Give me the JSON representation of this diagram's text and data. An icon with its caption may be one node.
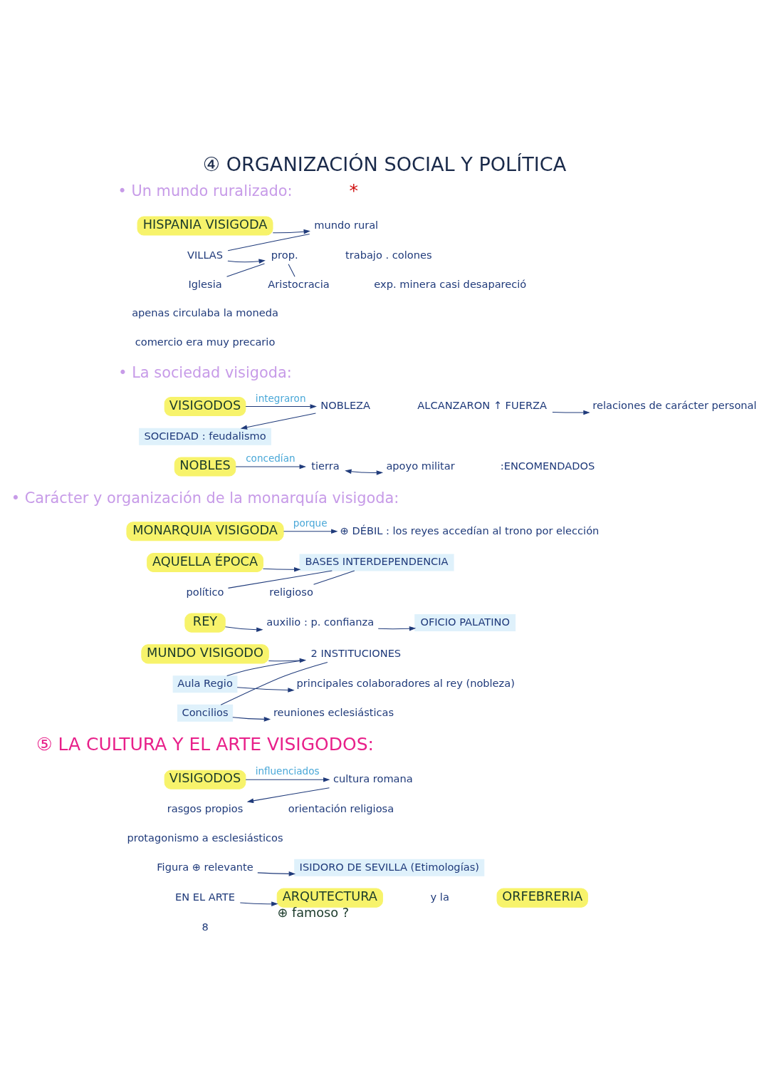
{
  "diagram": {
    "title": "④ ORGANIZACIÓN SOCIAL Y POLÍTICA",
    "nodes": [
      {
        "text": [
          "HISPANIA VISIGODA"
        ]
      },
      {
        "text": [
          "mundo rural"
        ]
      },
      {
        "text": [
          "VILLAS"
        ]
      },
      {
        "text": [
          "prop."
        ]
      },
      {
        "text": [
          "Iglesia"
        ]
      },
      {
        "text": [
          "Aristocracia"
        ]
      },
      {
        "text": [
          "VISIGODOS"
        ]
      },
      {
        "text": [
          "NOBLEZA"
        ]
      },
      {
        "text": [
          "SOCIEDAD : feudalismo"
        ]
      },
      {
        "text": [
          "ALCANZARON ↑ FUERZA"
        ]
      },
      {
        "text": [
          "relaciones de carácter personal"
        ]
      },
      {
        "text": [
          "NOBLES"
        ]
      },
      {
        "text": [
          "tierra"
        ]
      },
      {
        "text": [
          "apoyo militar"
        ]
      },
      {
        "text": [
          "MONARQUIA VISIGODA"
        ]
      },
      {
        "text": [
          "⊕ DÉBIL : los reyes accedían al trono por elección"
        ]
      },
      {
        "text": [
          "AQUELLA ÉPOCA"
        ]
      },
      {
        "text": [
          "BASES INTERDEPENDENCIA"
        ]
      },
      {
        "text": [
          "político"
        ]
      },
      {
        "text": [
          "religioso"
        ]
      },
      {
        "text": [
          "REY"
        ]
      },
      {
        "text": [
          "auxilio : p. confianza"
        ]
      },
      {
        "text": [
          "OFICIO PALATINO"
        ]
      },
      {
        "text": [
          "MUNDO VISIGODO"
        ]
      },
      {
        "text": [
          "2 INSTITUCIONES"
        ]
      },
      {
        "text": [
          "Aula Regio"
        ]
      },
      {
        "text": [
          "principales colaboradores al rey (nobleza)"
        ]
      },
      {
        "text": [
          "Concilios"
        ]
      },
      {
        "text": [
          "reuniones eclesiásticas"
        ]
      },
      {
        "text": [
          "VISIGODOS"
        ]
      },
      {
        "text": [
          "cultura romana"
        ]
      },
      {
        "text": [
          "rasgos propios"
        ]
      },
      {
        "text": [
          "Figura ⊕ relevante"
        ]
      },
      {
        "text": [
          "ISIDORO DE SEVILLA (Etimologías)"
        ]
      },
      {
        "text": [
          "EN EL ARTE"
        ]
      },
      {
        "text": [
          "ARQUTECTURA"
        ],
        "beside": [
          "⊕ famoso ?"
        ]
      },
      {
        "text": [
          "ORFEBRERIA"
        ]
      }
    ],
    "edges": [
      {
        "from": 0,
        "to": 1,
        "arrow": "to"
      },
      {
        "from": 1,
        "to": 2,
        "arrow": "none"
      },
      {
        "from": 2,
        "to": 3,
        "arrow": "to"
      },
      {
        "from": 3,
        "to": 4,
        "arrow": "none"
      },
      {
        "from": 3,
        "to": 5,
        "arrow": "none"
      },
      {
        "from": 6,
        "to": 7,
        "arrow": "to",
        "label": "integraron"
      },
      {
        "from": 7,
        "to": 8,
        "arrow": "to"
      },
      {
        "from": 9,
        "to": 10,
        "arrow": "to"
      },
      {
        "from": 11,
        "to": 12,
        "arrow": "to",
        "label": "concedían"
      },
      {
        "from": 12,
        "to": 13,
        "arrow": "both"
      },
      {
        "from": 14,
        "to": 15,
        "arrow": "to",
        "label": "porque"
      },
      {
        "from": 16,
        "to": 17,
        "arrow": "to"
      },
      {
        "from": 17,
        "to": 18,
        "arrow": "none"
      },
      {
        "from": 17,
        "to": 19,
        "arrow": "none"
      },
      {
        "from": 20,
        "to": 21,
        "arrow": "to"
      },
      {
        "from": 21,
        "to": 22,
        "arrow": "to"
      },
      {
        "from": 23,
        "to": 24,
        "arrow": "to"
      },
      {
        "from": 24,
        "to": 25,
        "arrow": "none"
      },
      {
        "from": 24,
        "to": 27,
        "arrow": "none"
      },
      {
        "from": 25,
        "to": 26,
        "arrow": "to"
      },
      {
        "from": 27,
        "to": 28,
        "arrow": "to"
      },
      {
        "from": 29,
        "to": 30,
        "arrow": "to",
        "label": "influenciados"
      },
      {
        "from": 30,
        "to": 31,
        "arrow": "to"
      },
      {
        "from": 32,
        "to": 33,
        "arrow": "to"
      },
      {
        "from": 34,
        "to": 35,
        "arrow": "to"
      }
    ],
    "labels": [
      "*",
      "• Un mundo ruralizado:",
      "trabajo . colones",
      "exp. minera casi desapareció",
      "apenas circulaba la moneda",
      "comercio era muy precario",
      "• La sociedad visigoda:",
      ":ENCOMENDADOS",
      "• Carácter y organización de la monarquía visigoda:",
      "⑤ LA CULTURA Y EL ARTE VISIGODOS:",
      "orientación religiosa",
      "protagonismo a esclesiásticos",
      "y la",
      "8"
    ]
  }
}
